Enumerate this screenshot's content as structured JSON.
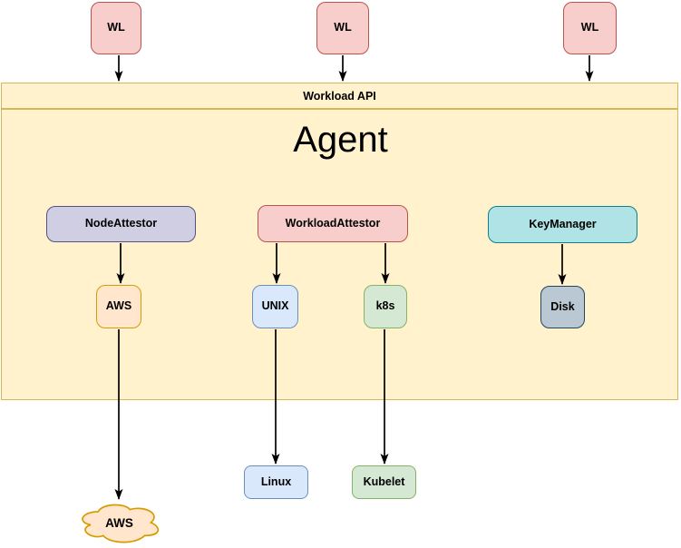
{
  "diagram": {
    "workloads": [
      {
        "label": "WL"
      },
      {
        "label": "WL"
      },
      {
        "label": "WL"
      }
    ],
    "workload_api": {
      "label": "Workload API"
    },
    "agent": {
      "label": "Agent"
    },
    "plugins": [
      {
        "id": "node-attestor",
        "label": "NodeAttestor",
        "fill": "#D0CEE2",
        "border": "#56517E"
      },
      {
        "id": "workload-attestor",
        "label": "WorkloadAttestor",
        "fill": "#F8CECC",
        "border": "#B85450"
      },
      {
        "id": "key-manager",
        "label": "KeyManager",
        "fill": "#B0E3E6",
        "border": "#0E8088"
      }
    ],
    "plugin_instances": [
      {
        "id": "aws",
        "label": "AWS",
        "fill": "#FFE6CC",
        "border": "#D79B00"
      },
      {
        "id": "unix",
        "label": "UNIX",
        "fill": "#DAE8FC",
        "border": "#6C8EBF"
      },
      {
        "id": "k8s",
        "label": "k8s",
        "fill": "#D5E8D4",
        "border": "#82B366"
      },
      {
        "id": "disk",
        "label": "Disk",
        "fill": "#BAC8D3",
        "border": "#23445D"
      }
    ],
    "external_nodes": [
      {
        "id": "aws-cloud",
        "label": "AWS",
        "shape": "cloud",
        "fill": "#FFE6CC",
        "border": "#D79B00"
      },
      {
        "id": "linux",
        "label": "Linux",
        "fill": "#DAE8FC",
        "border": "#6C8EBF"
      },
      {
        "id": "kubelet",
        "label": "Kubelet",
        "fill": "#D5E8D4",
        "border": "#82B366"
      }
    ],
    "colors": {
      "workload_fill": "#F8CECC",
      "workload_border": "#B85450",
      "container_fill": "#FFF2CC",
      "container_border": "#D6B656",
      "arrow": "#000000",
      "background": "#FFFFFF"
    }
  }
}
